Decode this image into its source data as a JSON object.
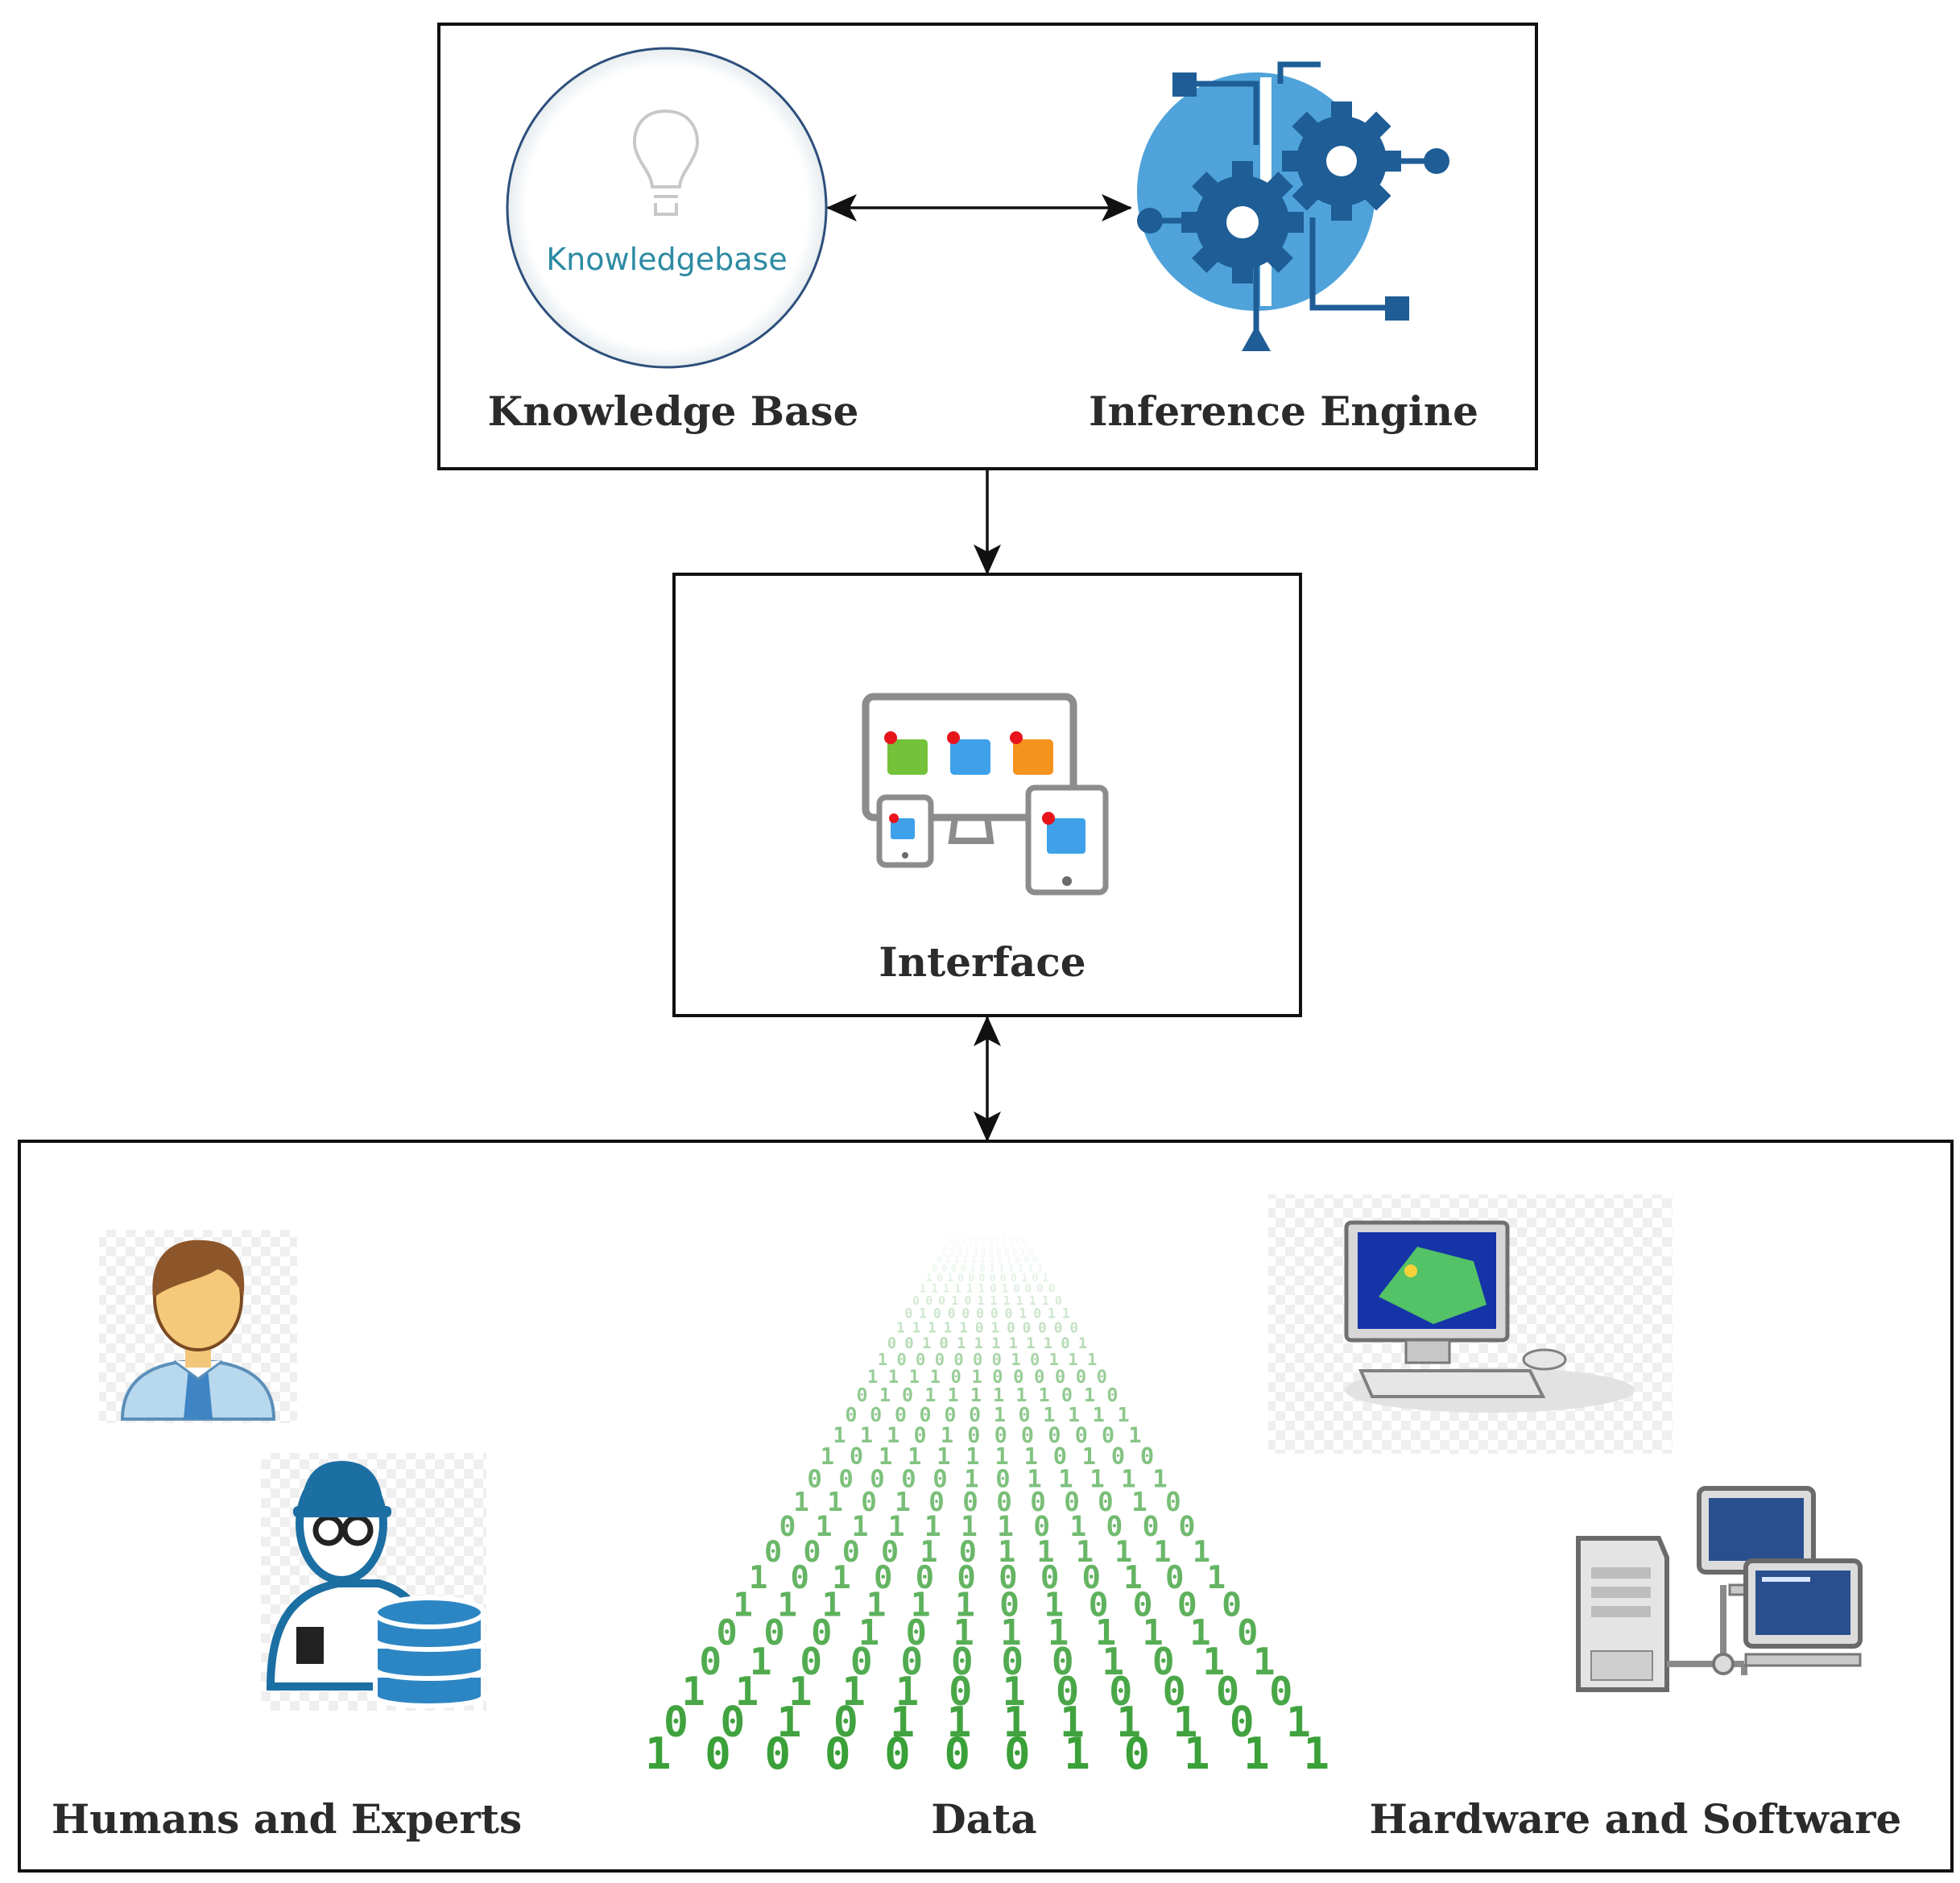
{
  "top_panel": {
    "knowledge_base_label": "Knowledge Base",
    "knowledge_base_icon_text": "Knowledgebase",
    "inference_engine_label": "Inference Engine"
  },
  "middle_panel": {
    "interface_label": "Interface"
  },
  "bottom_panel": {
    "humans_label": "Humans and Experts",
    "data_label": "Data",
    "hardware_label": "Hardware and Software"
  },
  "colors": {
    "frame": "#111111",
    "accent_blue": "#1d6fa5",
    "light_blue": "#4fa3da",
    "data_green": "#3aa038"
  }
}
